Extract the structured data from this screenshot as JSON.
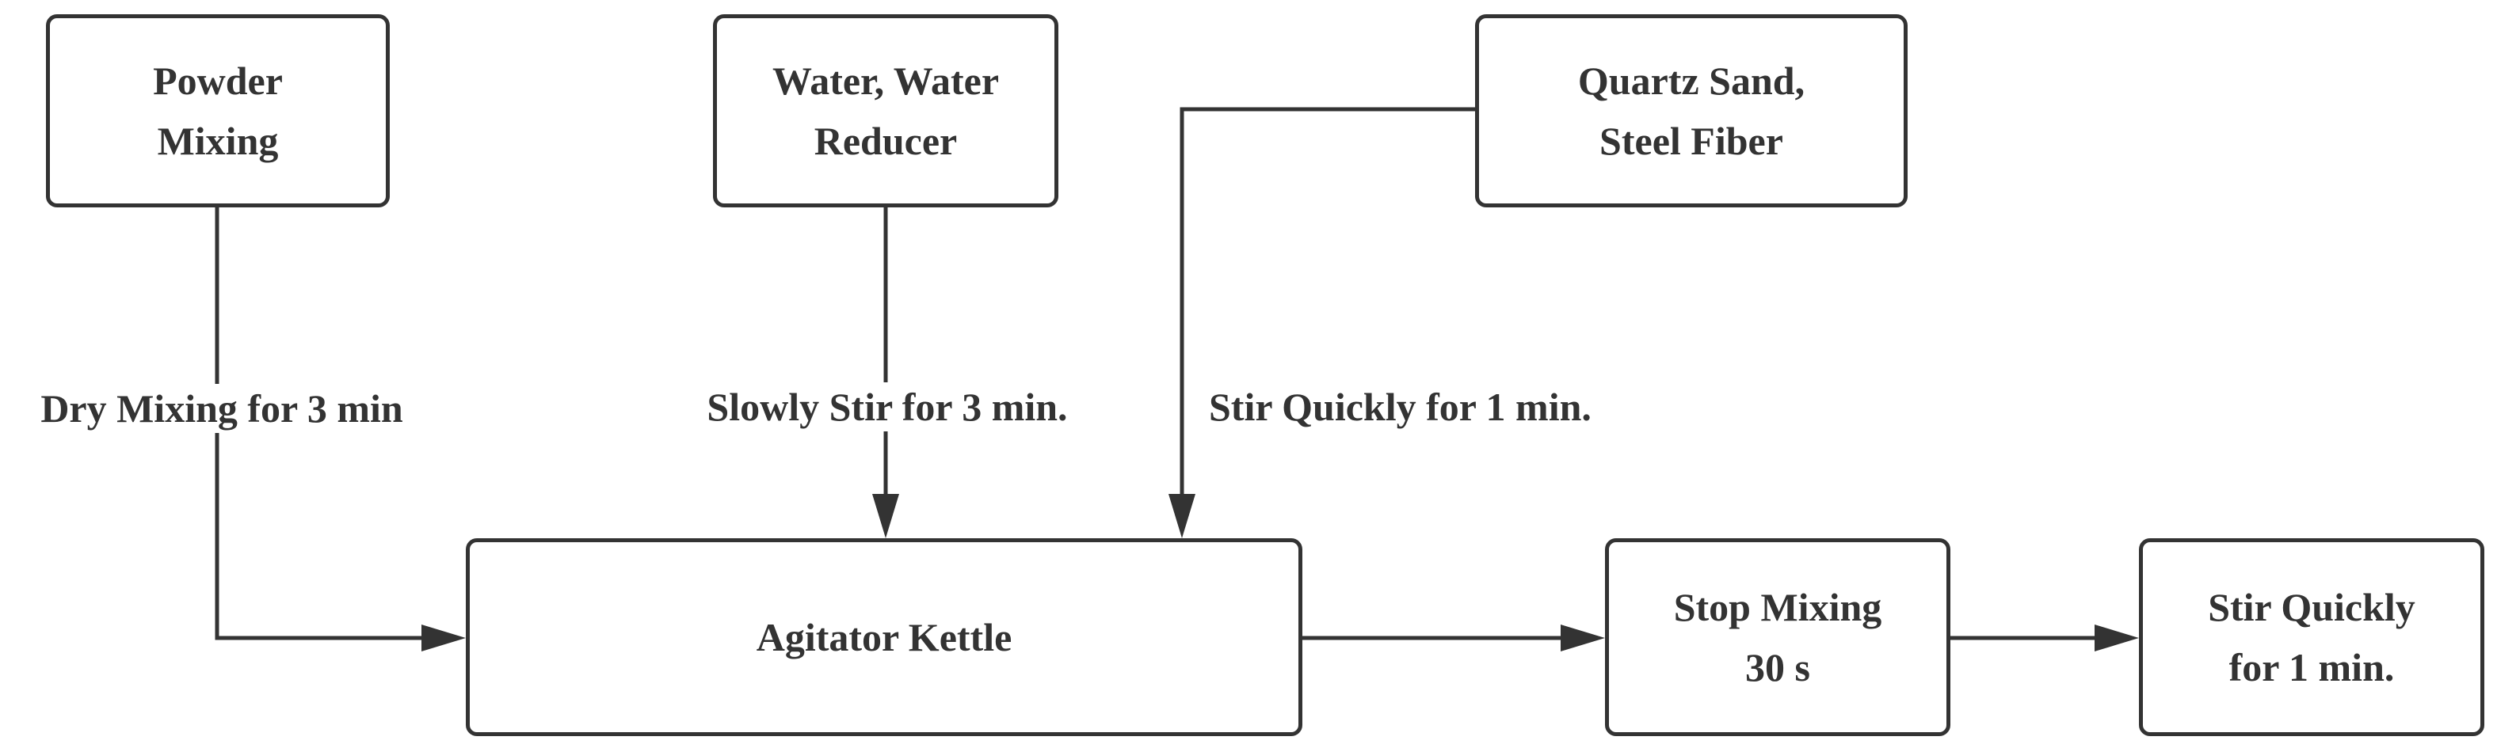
{
  "nodes": {
    "powder_mixing": {
      "line1": "Powder",
      "line2": "Mixing"
    },
    "water_reducer": {
      "line1": "Water, Water",
      "line2": "Reducer"
    },
    "quartz_steel": {
      "line1": "Quartz Sand,",
      "line2": "Steel Fiber"
    },
    "agitator_kettle": {
      "label": "Agitator Kettle"
    },
    "stop_mixing": {
      "line1": "Stop Mixing",
      "line2": "30 s"
    },
    "stir_quickly": {
      "line1": "Stir Quickly",
      "line2": "for 1 min."
    }
  },
  "edges": {
    "dry_mixing": "Dry Mixing for 3 min",
    "slowly_stir": "Slowly Stir for 3 min.",
    "stir_quickly_1": "Stir Quickly for 1 min."
  },
  "colors": {
    "stroke": "#333333",
    "text": "#333333",
    "background": "#ffffff"
  }
}
